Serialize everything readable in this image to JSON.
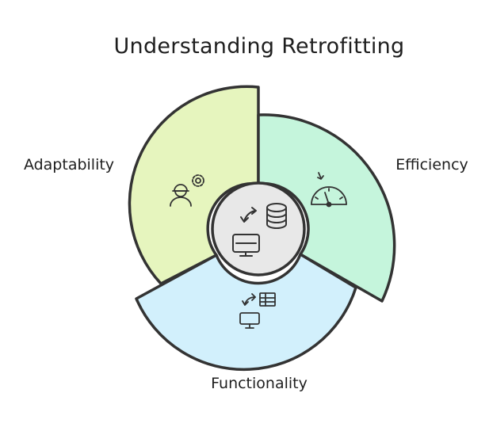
{
  "diagram": {
    "title": "Understanding Retrofitting",
    "center_icon": "monitor-database-sync-icon",
    "colors": {
      "adaptability": "#e6f5be",
      "efficiency": "#c5f5dc",
      "functionality": "#d2f0fc",
      "center": "#e8e8e8",
      "outline": "#333333"
    },
    "segments": [
      {
        "label": "Adaptability",
        "icon": "worker-gear-icon"
      },
      {
        "label": "Efficiency",
        "icon": "gauge-icon"
      },
      {
        "label": "Functionality",
        "icon": "monitor-table-sync-icon"
      }
    ]
  }
}
